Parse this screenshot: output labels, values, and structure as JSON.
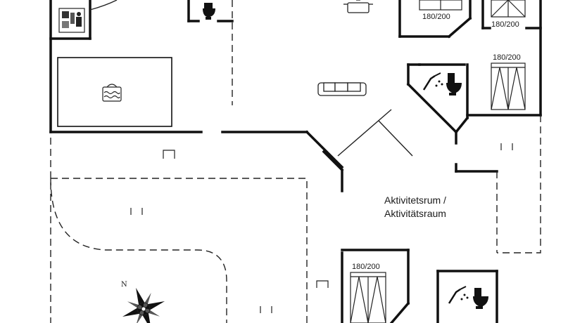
{
  "rooms": {
    "activity_line1": "Aktivitetsrum /",
    "activity_line2": "Aktivitätsraum"
  },
  "beds": {
    "top_center": "180/200",
    "top_right": "180/200",
    "right_mid": "180/200",
    "bottom_center": "180/200"
  },
  "compass": {
    "north": "N"
  },
  "icons": [
    "sauna-icon",
    "toilet-icon",
    "cooking-pot-icon",
    "sofa-icon",
    "pool-icon",
    "shower-icon",
    "compass-rose-icon",
    "double-bed-icon"
  ],
  "colors": {
    "wall": "#111111",
    "line": "#222222",
    "background": "#ffffff"
  }
}
